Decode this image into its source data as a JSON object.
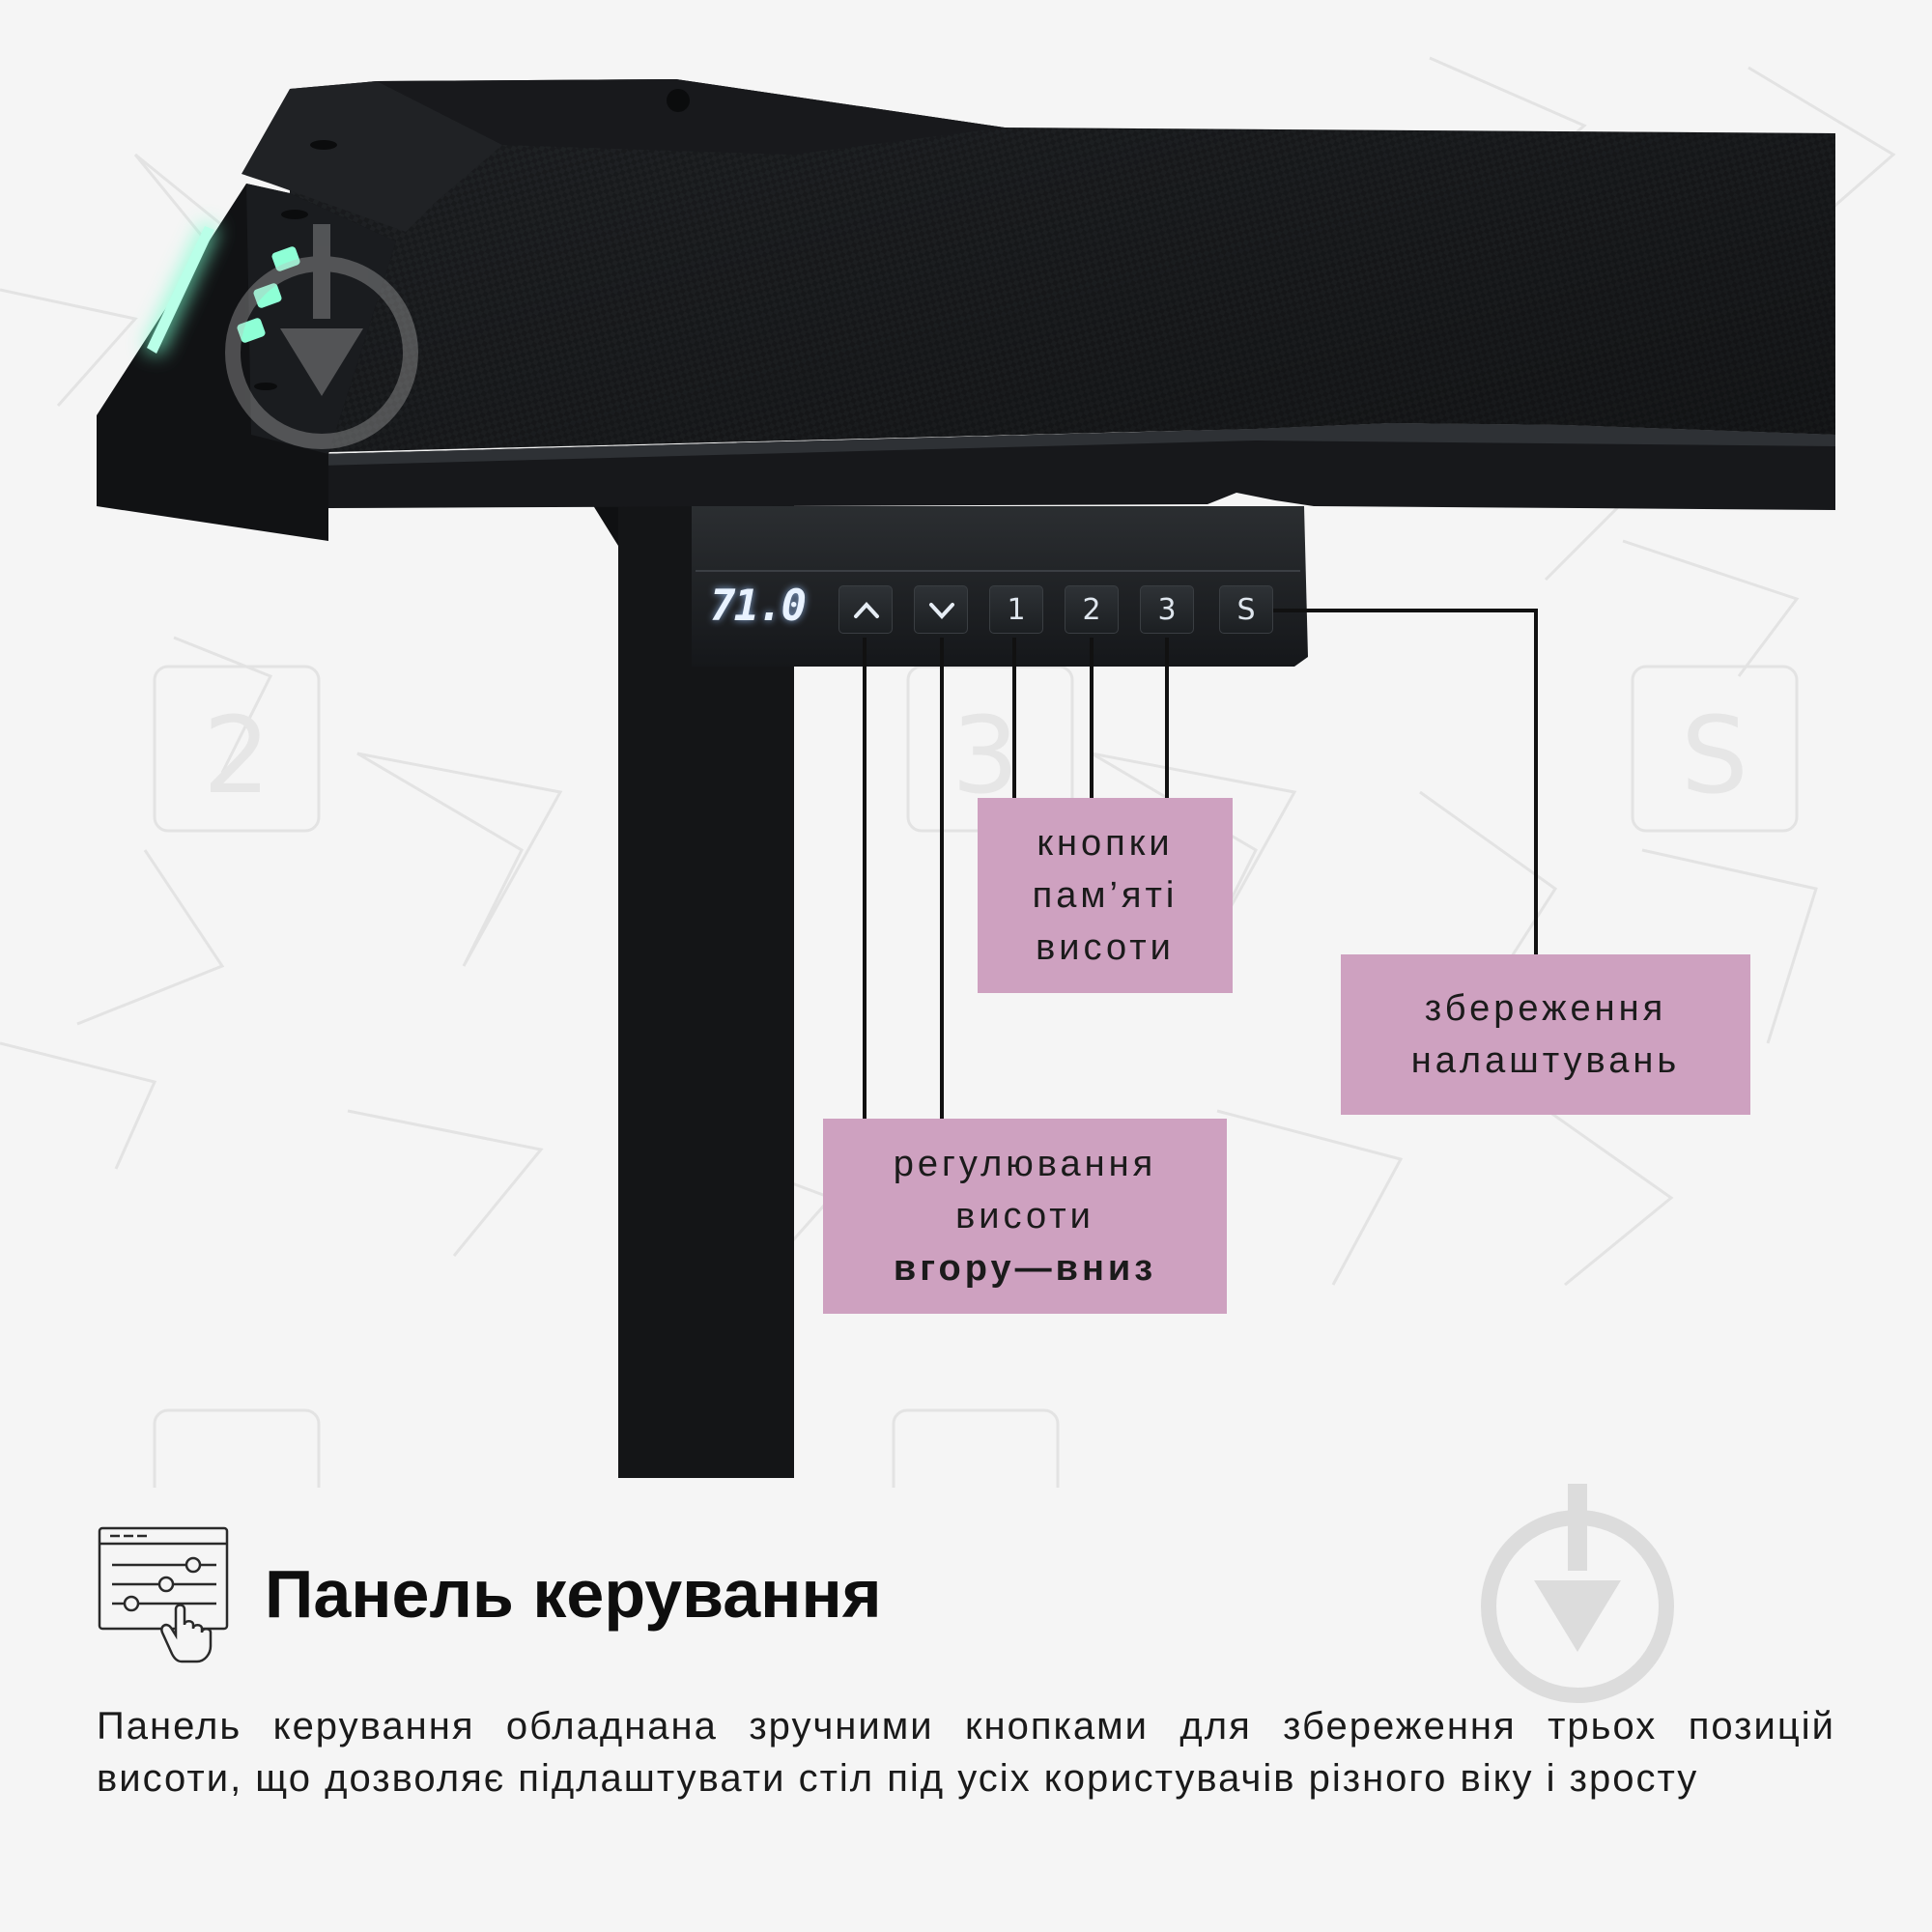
{
  "control_panel": {
    "display_value": "71.0",
    "buttons": {
      "up_icon": "chevron-up-icon",
      "down_icon": "chevron-down-icon",
      "memory_1": "1",
      "memory_2": "2",
      "memory_3": "3",
      "save": "S"
    },
    "led_color": "#7dffd0"
  },
  "callouts": {
    "memory_buttons": [
      "кнопки",
      "пам’яті",
      "висоти"
    ],
    "save_settings": [
      "збереження",
      "налаштувань"
    ],
    "height_adjust": [
      "регулювання",
      "висоти",
      "вгору—вниз"
    ]
  },
  "info": {
    "icon": "settings-sliders-hand-icon",
    "title": "Панель керування",
    "description_line1": "Панель керування обладнана зручними кнопками для збереження трьох  позицій",
    "description_line2": "висоти, що дозволяє підлаштувати стіл під усіх користувачів різного віку і зросту"
  },
  "colors": {
    "background": "#f5f5f5",
    "callout_box": "#cea1c0",
    "desk": "#1c1e21"
  }
}
